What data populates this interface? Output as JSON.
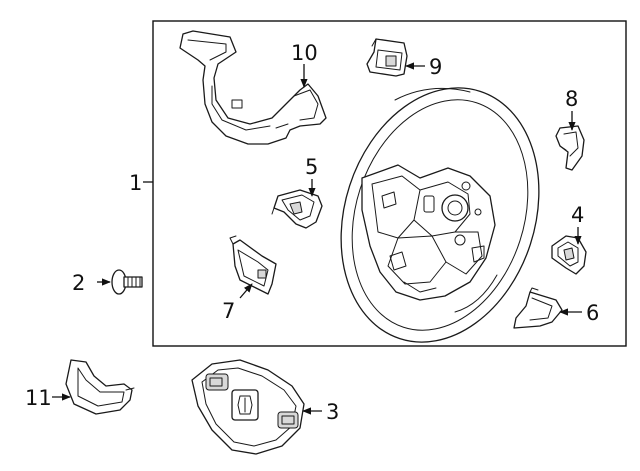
{
  "callouts": [
    {
      "number": "1",
      "part": "steering-wheel"
    },
    {
      "number": "2",
      "part": "bolt"
    },
    {
      "number": "3",
      "part": "airbag-module"
    },
    {
      "number": "4",
      "part": "switch-right"
    },
    {
      "number": "5",
      "part": "switch-left"
    },
    {
      "number": "6",
      "part": "lower-trim-cover"
    },
    {
      "number": "7",
      "part": "bezel-left"
    },
    {
      "number": "8",
      "part": "paddle-shifter"
    },
    {
      "number": "9",
      "part": "upper-switch"
    },
    {
      "number": "10",
      "part": "trim-bezel"
    },
    {
      "number": "11",
      "part": "lower-cover"
    }
  ]
}
